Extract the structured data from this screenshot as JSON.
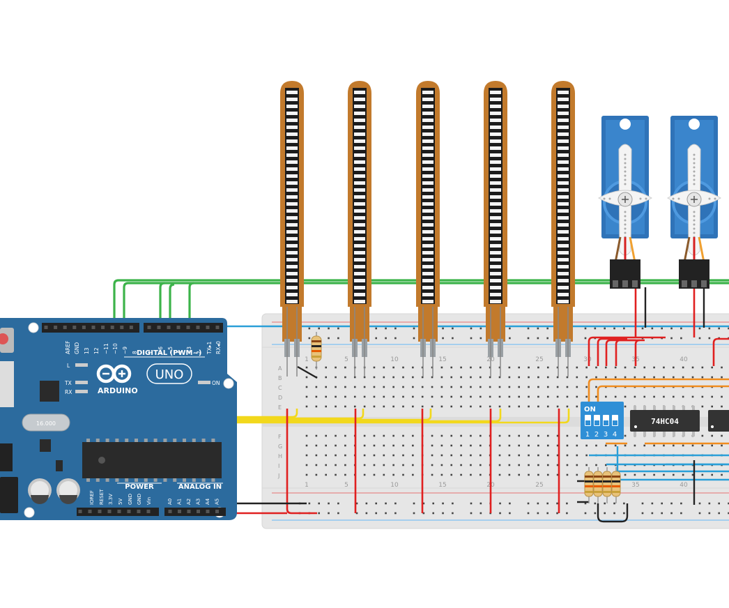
{
  "arduino": {
    "brand": "ARDUINO",
    "model": "UNO",
    "digital_label": "DIGITAL (PWM~)",
    "power_label": "POWER",
    "analog_label": "ANALOG IN",
    "on_label": "ON",
    "led_labels": [
      "L",
      "TX",
      "RX"
    ],
    "top_pin_labels": [
      "AREF",
      "GND",
      "13",
      "12",
      "~11",
      "~10",
      "~9",
      "8",
      "7",
      "~6",
      "~5",
      "4",
      "~3",
      "2",
      "TX▸1",
      "RX◂0"
    ],
    "power_pin_labels": [
      "IOREF",
      "RESET",
      "3.3V",
      "5V",
      "GND",
      "GND",
      "Vin"
    ],
    "analog_pin_labels": [
      "A0",
      "A1",
      "A2",
      "A3",
      "A4",
      "A5"
    ],
    "crystal_label": "16.000"
  },
  "breadboard": {
    "row_labels_top": [
      "A",
      "B",
      "C",
      "D",
      "E"
    ],
    "row_labels_bottom": [
      "F",
      "G",
      "H",
      "I",
      "J"
    ],
    "column_numbers": [
      "1",
      "5",
      "10",
      "15",
      "20",
      "25",
      "30",
      "35",
      "40"
    ]
  },
  "dip_switch": {
    "on_label": "ON",
    "switch_numbers": [
      "1",
      "2",
      "3",
      "4"
    ]
  },
  "ic_chip": {
    "label": "74HC04"
  },
  "components": {
    "flex_sensor_count": 5,
    "servo_count": 2
  },
  "colors": {
    "arduino_blue": "#2c6b9e",
    "breadboard": "#e6e6e6",
    "wire_red": "#e02020",
    "wire_black": "#222222",
    "wire_green": "#3cb34a",
    "wire_blue": "#2a9fd8",
    "wire_yellow": "#f2d81c",
    "wire_orange": "#f08c1e",
    "flex_sensor": "#c27a2c",
    "servo_blue": "#2f73b8"
  }
}
